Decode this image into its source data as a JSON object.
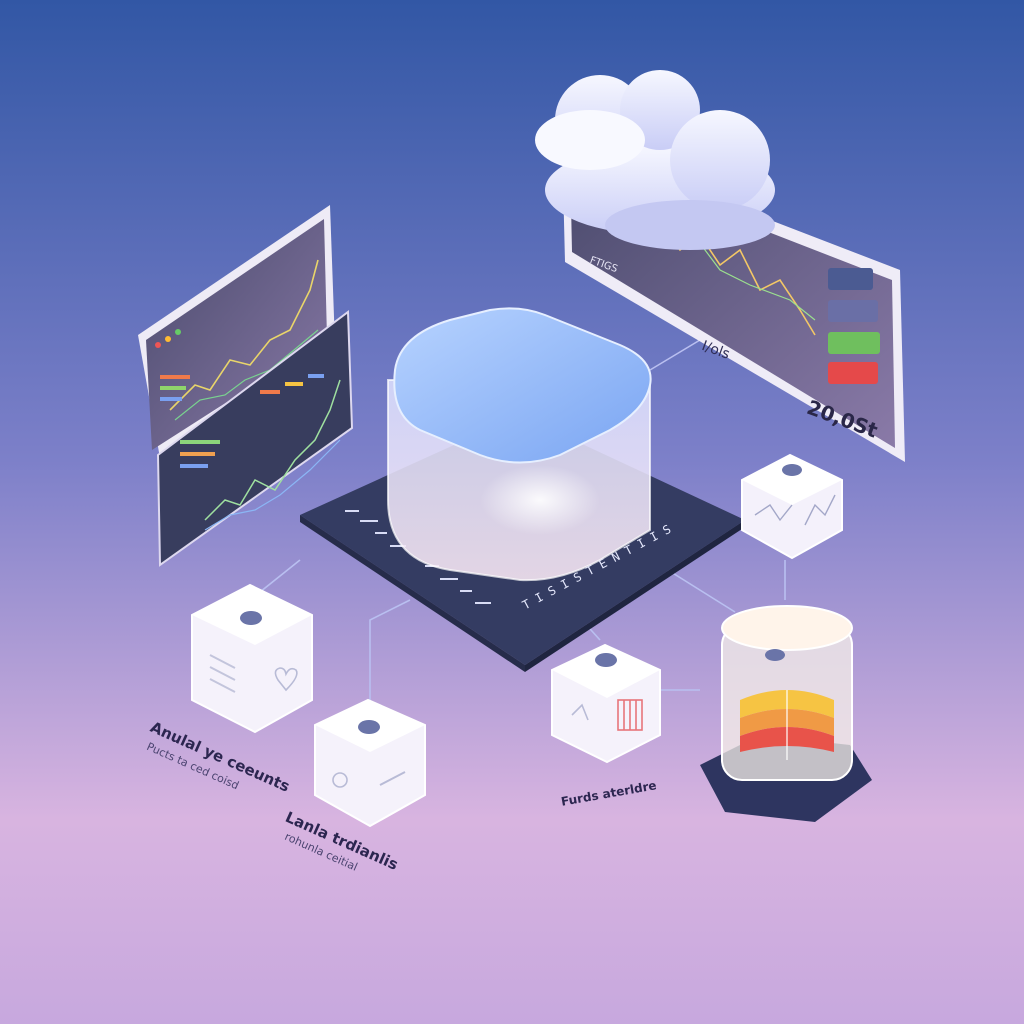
{
  "colors": {
    "background_top": "#3558a8",
    "background_mid": "#7a7fc9",
    "background_bottom": "#d9b6e2",
    "platform": "#343d63",
    "cube_glass": "#eef0ff",
    "monitor_frame": "#f1eef8",
    "monitor_screen": "#3b3f5c",
    "accent_green": "#7ec86a",
    "accent_orange": "#f09a45",
    "accent_red": "#e8534a",
    "accent_yellow": "#f6c443",
    "accent_blue": "#6a8cf0"
  },
  "icons": [
    "cloud-icon",
    "line-chart-icon",
    "document-icon",
    "heart-icon",
    "link-icon",
    "bar-grid-icon",
    "layer-stack-icon"
  ],
  "labels": {
    "left_block_title": "Anulal ye ceeunts",
    "left_block_sub": "Pucts ta ced coisd",
    "mid_block_title": "Lanla trdianlis",
    "mid_block_sub": "rohunla ceitial",
    "right_block_title": "Furds aterldre",
    "platform_text": "T I S I S T E N   T I I S",
    "monitor_right_tag": "I/ols",
    "monitor_right_value": "20,0St",
    "monitor_right_axis": "FTIGS"
  }
}
